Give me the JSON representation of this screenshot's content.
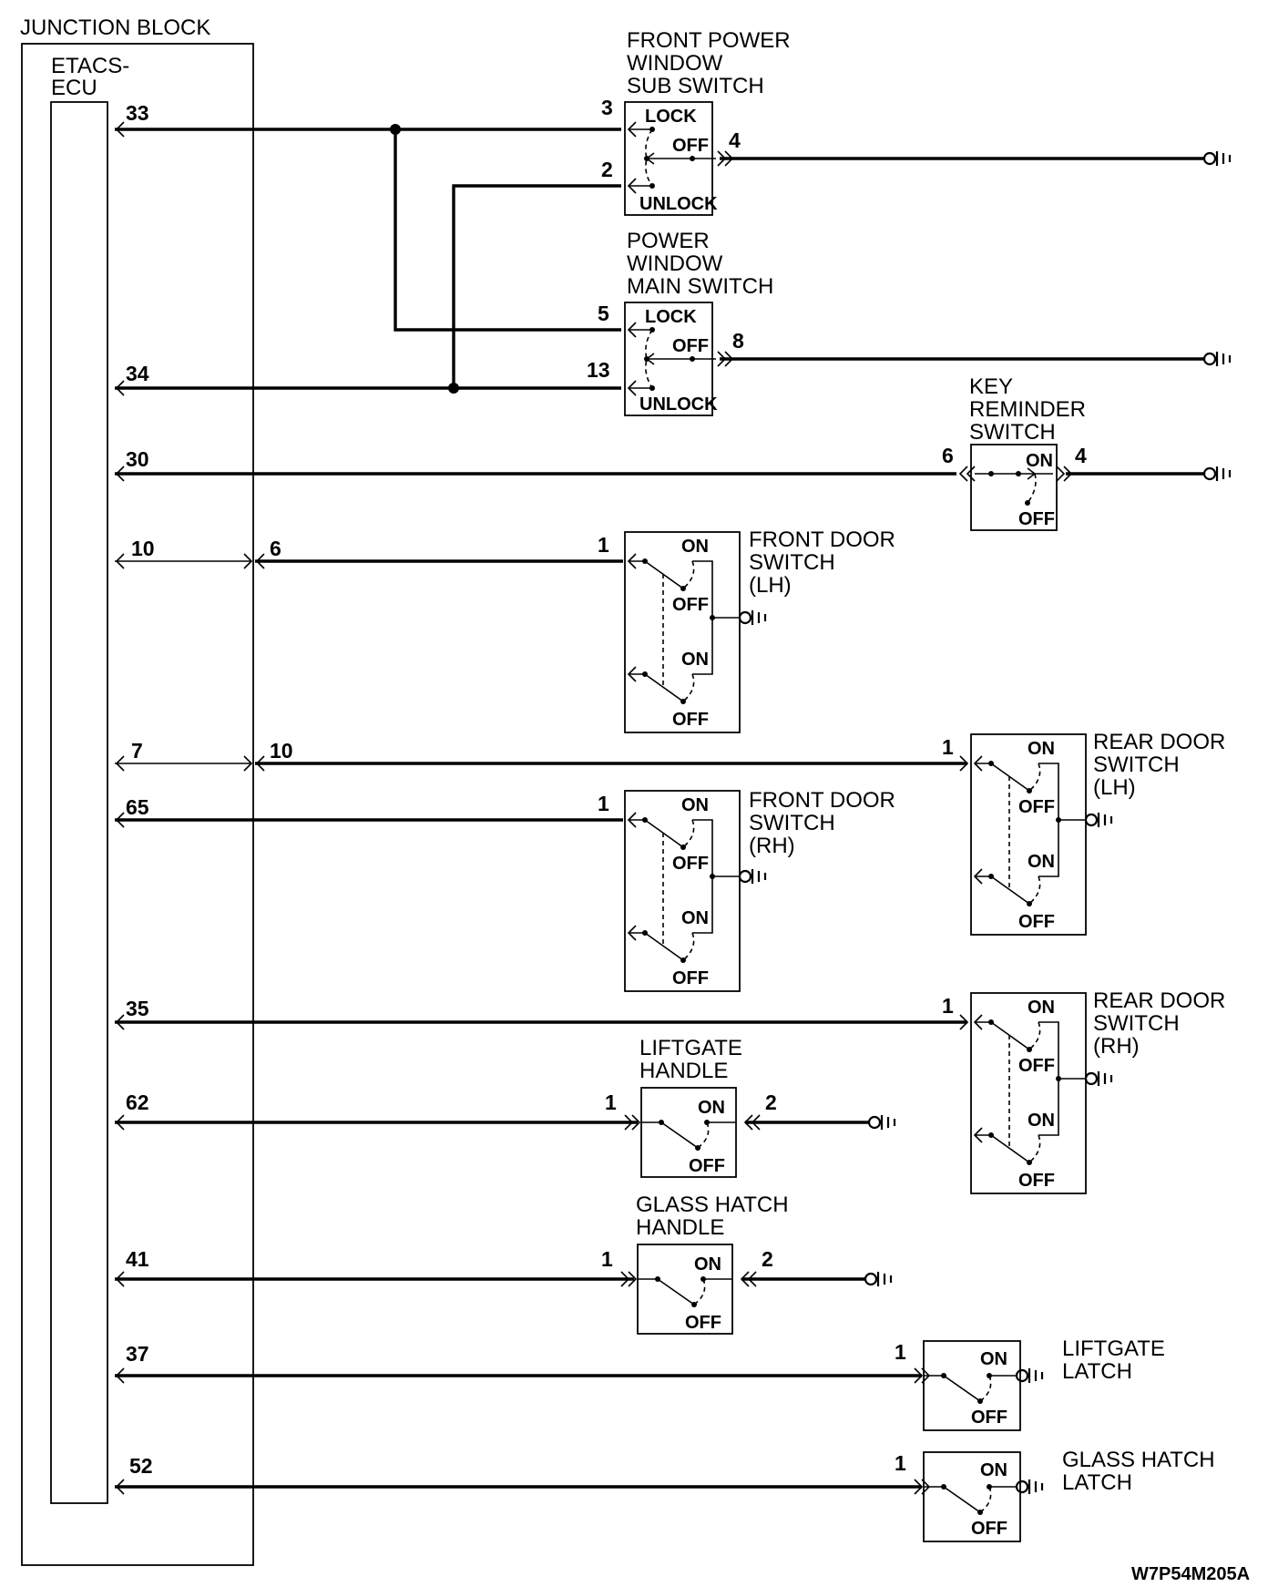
{
  "junction_block": {
    "title": "JUNCTION BLOCK",
    "ecu_label_1": "ETACS-",
    "ecu_label_2": "ECU"
  },
  "ecu_pins": [
    "33",
    "34",
    "30",
    "10",
    "7",
    "65",
    "35",
    "62",
    "41",
    "37",
    "52"
  ],
  "jb_pins": [
    "6",
    "10"
  ],
  "switch_states": {
    "lock": "LOCK",
    "unlock": "UNLOCK",
    "off": "OFF",
    "on": "ON"
  },
  "components": {
    "front_power_window_sub_switch": {
      "label": [
        "FRONT POWER",
        "WINDOW",
        "SUB SWITCH"
      ],
      "pins": [
        "3",
        "2",
        "4"
      ]
    },
    "power_window_main_switch": {
      "label": [
        "POWER",
        "WINDOW",
        "MAIN SWITCH"
      ],
      "pins": [
        "5",
        "13",
        "8"
      ]
    },
    "key_reminder_switch": {
      "label": [
        "KEY",
        "REMINDER",
        "SWITCH"
      ],
      "pins": [
        "6",
        "4"
      ]
    },
    "front_door_switch_lh": {
      "label": [
        "FRONT DOOR",
        "SWITCH",
        "(LH)"
      ],
      "pins": [
        "1"
      ]
    },
    "rear_door_switch_lh": {
      "label": [
        "REAR DOOR",
        "SWITCH",
        "(LH)"
      ],
      "pins": [
        "1"
      ]
    },
    "front_door_switch_rh": {
      "label": [
        "FRONT DOOR",
        "SWITCH",
        "(RH)"
      ],
      "pins": [
        "1"
      ]
    },
    "rear_door_switch_rh": {
      "label": [
        "REAR DOOR",
        "SWITCH",
        "(RH)"
      ],
      "pins": [
        "1"
      ]
    },
    "liftgate_handle": {
      "label": [
        "LIFTGATE",
        "HANDLE"
      ],
      "pins": [
        "1",
        "2"
      ]
    },
    "glass_hatch_handle": {
      "label": [
        "GLASS HATCH",
        "HANDLE"
      ],
      "pins": [
        "1",
        "2"
      ]
    },
    "liftgate_latch": {
      "label": [
        "LIFTGATE",
        "LATCH"
      ],
      "pins": [
        "1"
      ]
    },
    "glass_hatch_latch": {
      "label": [
        "GLASS HATCH",
        "LATCH"
      ],
      "pins": [
        "1"
      ]
    }
  },
  "diagram_code": "W7P54M205A"
}
